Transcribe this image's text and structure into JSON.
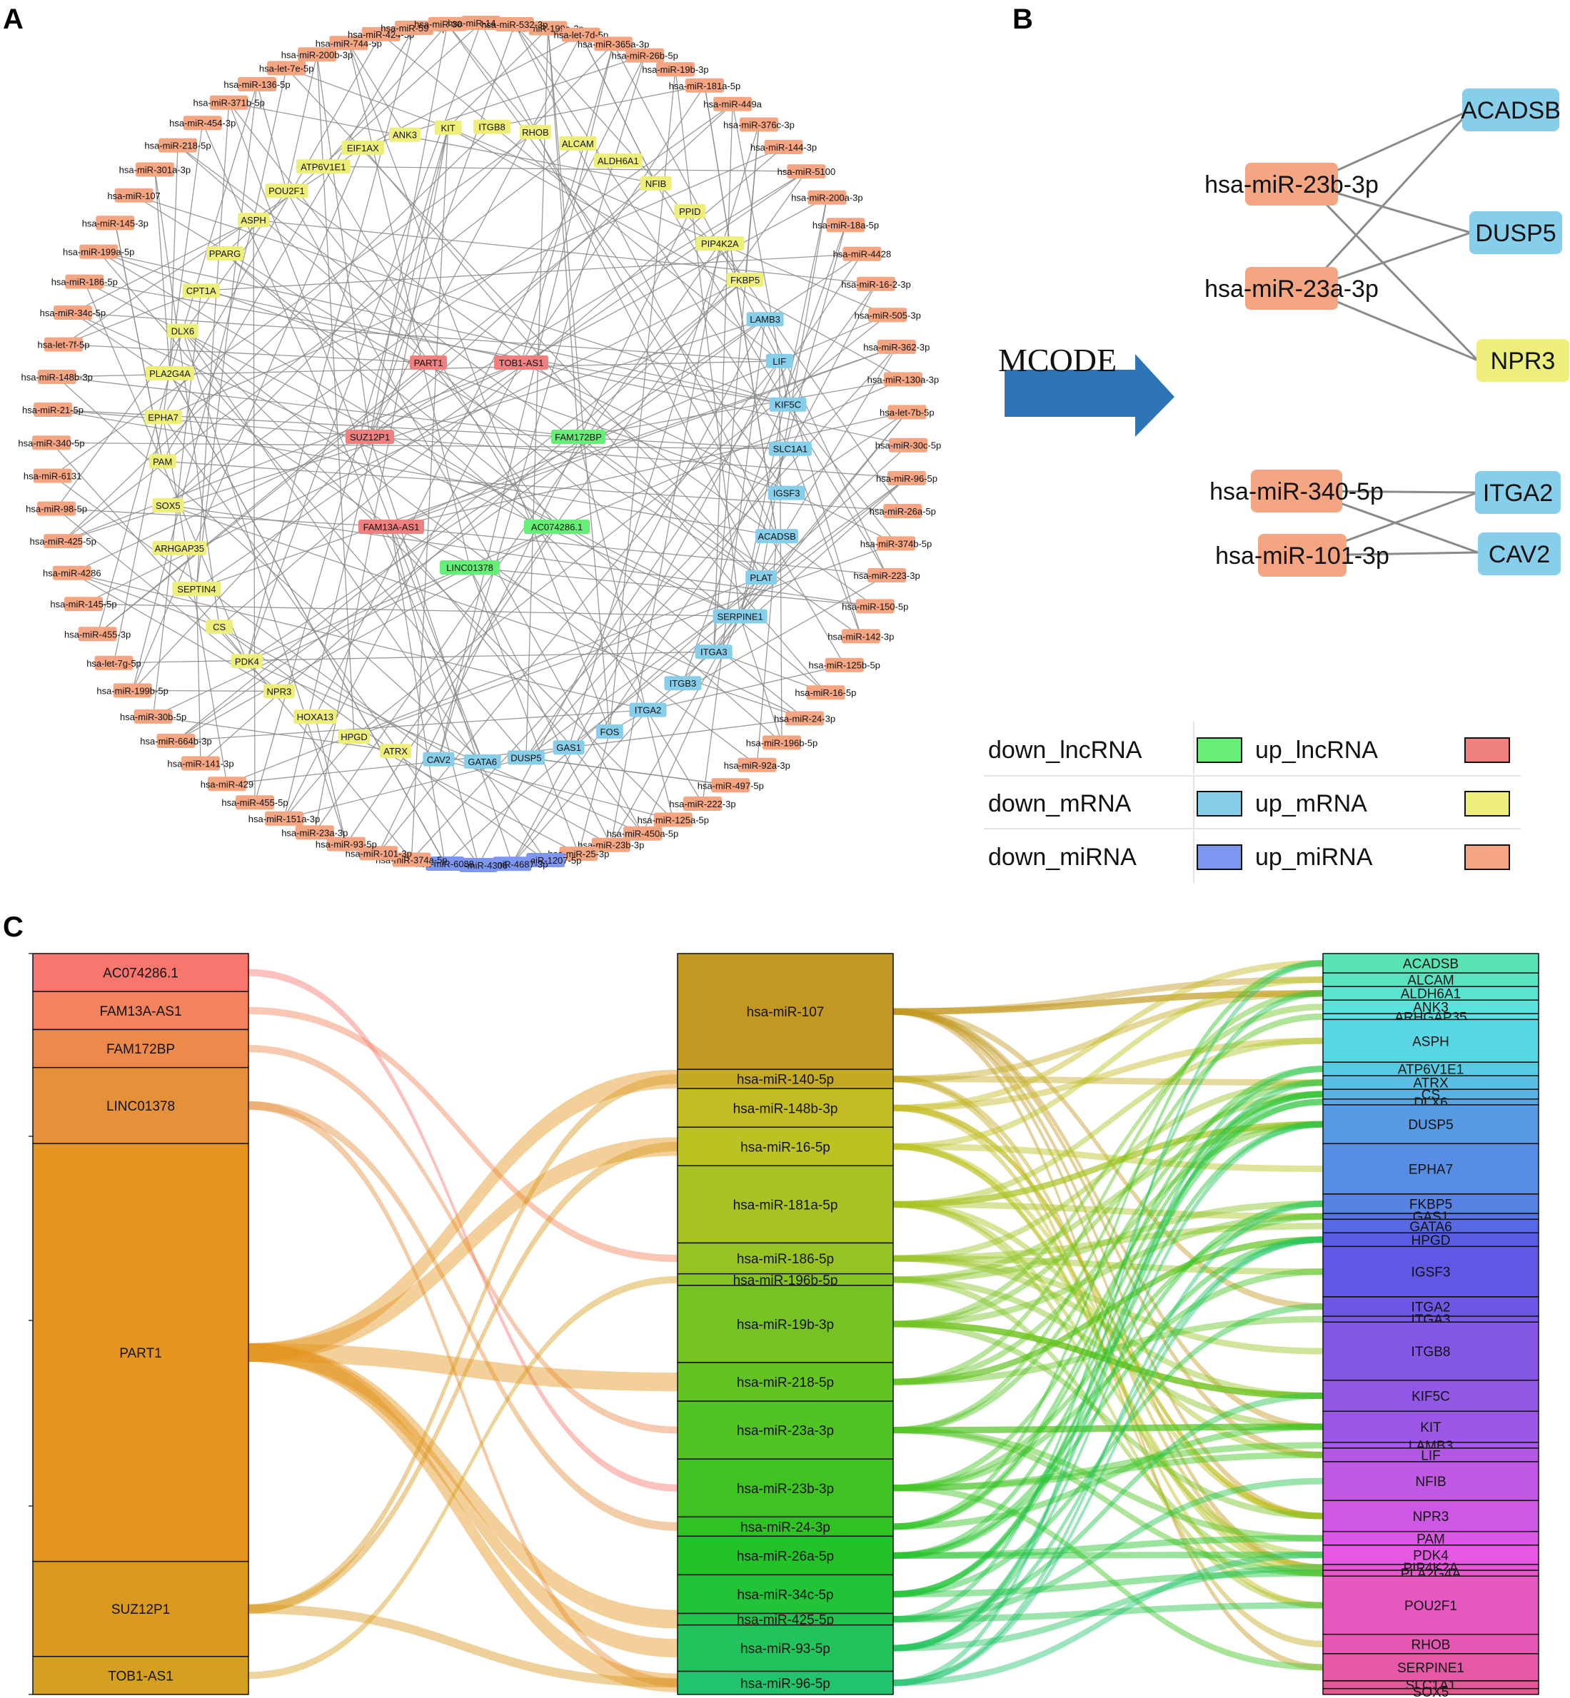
{
  "panels": {
    "a": "A",
    "b": "B",
    "c": "C"
  },
  "colors": {
    "down_lncRNA": "#66EE77",
    "up_lncRNA": "#F08080",
    "down_mRNA": "#87CEEB",
    "up_mRNA": "#EEEE7A",
    "down_miRNA": "#7F96F0",
    "up_miRNA": "#F4A582",
    "edge": "#8a8a8a"
  },
  "networkA": {
    "outer_ring": [
      "hsa-miR-199a-3p",
      "hsa-let-7d-5p",
      "hsa-miR-365a-3p",
      "hsa-miR-26b-5p",
      "hsa-miR-19b-3p",
      "hsa-miR-181a-5p",
      "hsa-miR-449a",
      "hsa-miR-376c-3p",
      "hsa-miR-144-3p",
      "hsa-miR-5100",
      "hsa-miR-200a-3p",
      "hsa-miR-18a-5p",
      "hsa-miR-4428",
      "hsa-miR-16-2-3p",
      "hsa-miR-505-3p",
      "hsa-miR-362-3p",
      "hsa-miR-130a-3p",
      "hsa-let-7b-5p",
      "hsa-miR-30c-5p",
      "hsa-miR-96-5p",
      "hsa-miR-26a-5p",
      "hsa-miR-374b-5p",
      "hsa-miR-223-3p",
      "hsa-miR-150-5p",
      "hsa-miR-142-3p",
      "hsa-miR-125b-5p",
      "hsa-miR-16-5p",
      "hsa-miR-24-3p",
      "hsa-miR-196b-5p",
      "hsa-miR-92a-3p",
      "hsa-miR-497-5p",
      "hsa-miR-222-3p",
      "hsa-miR-125a-5p",
      "hsa-miR-450a-5p",
      "hsa-miR-23b-3p",
      "hsa-miR-25-3p",
      "hsa-miR-1207-5p",
      "hsa-miR-4687-3p",
      "hsa-miR-4306",
      "hsa-miR-6088",
      "hsa-miR-374a-5p",
      "hsa-miR-101-3p",
      "hsa-miR-93-5p",
      "hsa-miR-23a-3p",
      "hsa-miR-151a-3p",
      "hsa-miR-455-5p",
      "hsa-miR-429",
      "hsa-miR-141-3p",
      "hsa-miR-664b-3p",
      "hsa-miR-30b-5p",
      "hsa-miR-199b-5p",
      "hsa-let-7g-5p",
      "hsa-miR-455-3p",
      "hsa-miR-145-5p",
      "hsa-miR-4286",
      "hsa-miR-425-5p",
      "hsa-miR-98-5p",
      "hsa-miR-6131",
      "hsa-miR-340-5p",
      "hsa-miR-21-5p",
      "hsa-miR-148b-3p",
      "hsa-let-7f-5p",
      "hsa-miR-34c-5p",
      "hsa-miR-186-5p",
      "hsa-miR-199a-5p",
      "hsa-miR-145-3p",
      "hsa-miR-107",
      "hsa-miR-301a-3p",
      "hsa-miR-218-5p",
      "hsa-miR-454-3p",
      "hsa-miR-371b-5p",
      "hsa-miR-136-5p",
      "hsa-let-7e-5p",
      "hsa-miR-200b-3p",
      "hsa-miR-744-5p",
      "hsa-miR-424-5p",
      "hsa-miR-590-5p",
      "hsa-miR-30e-5p",
      "hsa-miR-140-5p",
      "hsa-miR-532-3p"
    ],
    "down_mirna": [
      "hsa-miR-1207-5p",
      "hsa-miR-4687-3p",
      "hsa-miR-4306",
      "hsa-miR-6088"
    ],
    "inner_ring": [
      {
        "label": "ITGB8",
        "t": "up_mRNA"
      },
      {
        "label": "RHOB",
        "t": "up_mRNA"
      },
      {
        "label": "ALCAM",
        "t": "up_mRNA"
      },
      {
        "label": "ALDH6A1",
        "t": "up_mRNA"
      },
      {
        "label": "NFIB",
        "t": "up_mRNA"
      },
      {
        "label": "PPID",
        "t": "up_mRNA"
      },
      {
        "label": "PIP4K2A",
        "t": "up_mRNA"
      },
      {
        "label": "FKBP5",
        "t": "up_mRNA"
      },
      {
        "label": "LAMB3",
        "t": "down_mRNA"
      },
      {
        "label": "LIF",
        "t": "down_mRNA"
      },
      {
        "label": "KIF5C",
        "t": "down_mRNA"
      },
      {
        "label": "SLC1A1",
        "t": "down_mRNA"
      },
      {
        "label": "IGSF3",
        "t": "down_mRNA"
      },
      {
        "label": "ACADSB",
        "t": "down_mRNA"
      },
      {
        "label": "PLAT",
        "t": "down_mRNA"
      },
      {
        "label": "SERPINE1",
        "t": "down_mRNA"
      },
      {
        "label": "ITGA3",
        "t": "down_mRNA"
      },
      {
        "label": "ITGB3",
        "t": "down_mRNA"
      },
      {
        "label": "ITGA2",
        "t": "down_mRNA"
      },
      {
        "label": "FOS",
        "t": "down_mRNA"
      },
      {
        "label": "GAS1",
        "t": "down_mRNA"
      },
      {
        "label": "DUSP5",
        "t": "down_mRNA"
      },
      {
        "label": "GATA6",
        "t": "down_mRNA"
      },
      {
        "label": "CAV2",
        "t": "down_mRNA"
      },
      {
        "label": "ATRX",
        "t": "up_mRNA"
      },
      {
        "label": "HPGD",
        "t": "up_mRNA"
      },
      {
        "label": "HOXA13",
        "t": "up_mRNA"
      },
      {
        "label": "NPR3",
        "t": "up_mRNA"
      },
      {
        "label": "PDK4",
        "t": "up_mRNA"
      },
      {
        "label": "CS",
        "t": "up_mRNA"
      },
      {
        "label": "SEPTIN4",
        "t": "up_mRNA"
      },
      {
        "label": "ARHGAP35",
        "t": "up_mRNA"
      },
      {
        "label": "SOX5",
        "t": "up_mRNA"
      },
      {
        "label": "PAM",
        "t": "up_mRNA"
      },
      {
        "label": "EPHA7",
        "t": "up_mRNA"
      },
      {
        "label": "PLA2G4A",
        "t": "up_mRNA"
      },
      {
        "label": "DLX6",
        "t": "up_mRNA"
      },
      {
        "label": "CPT1A",
        "t": "up_mRNA"
      },
      {
        "label": "PPARG",
        "t": "up_mRNA"
      },
      {
        "label": "ASPH",
        "t": "up_mRNA"
      },
      {
        "label": "POU2F1",
        "t": "up_mRNA"
      },
      {
        "label": "ATP6V1E1",
        "t": "up_mRNA"
      },
      {
        "label": "EIF1AX",
        "t": "up_mRNA"
      },
      {
        "label": "ANK3",
        "t": "up_mRNA"
      },
      {
        "label": "KIT",
        "t": "up_mRNA"
      }
    ],
    "center": [
      {
        "label": "PART1",
        "t": "up_lncRNA"
      },
      {
        "label": "TOB1-AS1",
        "t": "up_lncRNA"
      },
      {
        "label": "SUZ12P1",
        "t": "up_lncRNA"
      },
      {
        "label": "FAM172BP",
        "t": "down_lncRNA"
      },
      {
        "label": "FAM13A-AS1",
        "t": "up_lncRNA"
      },
      {
        "label": "AC074286.1",
        "t": "down_lncRNA"
      },
      {
        "label": "LINC01378",
        "t": "down_lncRNA"
      }
    ]
  },
  "networkB": {
    "arrow_label": "MCODE",
    "cluster1": {
      "mirnas": [
        "hsa-miR-23b-3p",
        "hsa-miR-23a-3p"
      ],
      "genes": [
        {
          "label": "ACADSB",
          "t": "down_mRNA"
        },
        {
          "label": "DUSP5",
          "t": "down_mRNA"
        },
        {
          "label": "NPR3",
          "t": "up_mRNA"
        }
      ]
    },
    "cluster2": {
      "mirnas": [
        "hsa-miR-340-5p",
        "hsa-miR-101-3p"
      ],
      "genes": [
        {
          "label": "ITGA2",
          "t": "down_mRNA"
        },
        {
          "label": "CAV2",
          "t": "down_mRNA"
        }
      ]
    }
  },
  "legend": [
    {
      "label": "down_lncRNA",
      "key": "down_lncRNA"
    },
    {
      "label": "up_lncRNA",
      "key": "up_lncRNA"
    },
    {
      "label": "down_mRNA",
      "key": "down_mRNA"
    },
    {
      "label": "up_mRNA",
      "key": "up_mRNA"
    },
    {
      "label": "down_miRNA",
      "key": "down_miRNA"
    },
    {
      "label": "up_miRNA",
      "key": "up_miRNA"
    }
  ],
  "sankey": {
    "lnc": [
      {
        "label": "AC074286.1",
        "w": 1
      },
      {
        "label": "FAM13A-AS1",
        "w": 1
      },
      {
        "label": "FAM172BP",
        "w": 1
      },
      {
        "label": "LINC01378",
        "w": 2
      },
      {
        "label": "PART1",
        "w": 11
      },
      {
        "label": "SUZ12P1",
        "w": 2.5
      },
      {
        "label": "TOB1-AS1",
        "w": 1
      }
    ],
    "mirna": [
      {
        "label": "hsa-miR-107",
        "w": 3
      },
      {
        "label": "hsa-miR-140-5p",
        "w": 0.5
      },
      {
        "label": "hsa-miR-148b-3p",
        "w": 1
      },
      {
        "label": "hsa-miR-16-5p",
        "w": 1
      },
      {
        "label": "hsa-miR-181a-5p",
        "w": 2
      },
      {
        "label": "hsa-miR-186-5p",
        "w": 0.8
      },
      {
        "label": "hsa-miR-196b-5p",
        "w": 0.3
      },
      {
        "label": "hsa-miR-19b-3p",
        "w": 2
      },
      {
        "label": "hsa-miR-218-5p",
        "w": 1
      },
      {
        "label": "hsa-miR-23a-3p",
        "w": 1.5
      },
      {
        "label": "hsa-miR-23b-3p",
        "w": 1.5
      },
      {
        "label": "hsa-miR-24-3p",
        "w": 0.5
      },
      {
        "label": "hsa-miR-26a-5p",
        "w": 1
      },
      {
        "label": "hsa-miR-34c-5p",
        "w": 1
      },
      {
        "label": "hsa-miR-425-5p",
        "w": 0.3
      },
      {
        "label": "hsa-miR-93-5p",
        "w": 1.2
      },
      {
        "label": "hsa-miR-96-5p",
        "w": 0.6
      }
    ],
    "genes": [
      {
        "label": "ACADSB",
        "w": 1
      },
      {
        "label": "ALCAM",
        "w": 0.7
      },
      {
        "label": "ALDH6A1",
        "w": 0.7
      },
      {
        "label": "ANK3",
        "w": 0.7
      },
      {
        "label": "ARHGAP35",
        "w": 0.3
      },
      {
        "label": "ASPH",
        "w": 2.2
      },
      {
        "label": "ATP6V1E1",
        "w": 0.7
      },
      {
        "label": "ATRX",
        "w": 0.7
      },
      {
        "label": "CS",
        "w": 0.5
      },
      {
        "label": "DLX6",
        "w": 0.3
      },
      {
        "label": "DUSP5",
        "w": 2
      },
      {
        "label": "EPHA7",
        "w": 2.6
      },
      {
        "label": "FKBP5",
        "w": 1
      },
      {
        "label": "GAS1",
        "w": 0.3
      },
      {
        "label": "GATA6",
        "w": 0.7
      },
      {
        "label": "HPGD",
        "w": 0.7
      },
      {
        "label": "IGSF3",
        "w": 2.6
      },
      {
        "label": "ITGA2",
        "w": 1
      },
      {
        "label": "ITGA3",
        "w": 0.3
      },
      {
        "label": "ITGB8",
        "w": 3
      },
      {
        "label": "KIF5C",
        "w": 1.6
      },
      {
        "label": "KIT",
        "w": 1.6
      },
      {
        "label": "LAMB3",
        "w": 0.3
      },
      {
        "label": "LIF",
        "w": 0.7
      },
      {
        "label": "NFIB",
        "w": 2
      },
      {
        "label": "NPR3",
        "w": 1.6
      },
      {
        "label": "PAM",
        "w": 0.7
      },
      {
        "label": "PDK4",
        "w": 1
      },
      {
        "label": "PIP4K2A",
        "w": 0.3
      },
      {
        "label": "PLA2G4A",
        "w": 0.3
      },
      {
        "label": "POU2F1",
        "w": 3
      },
      {
        "label": "RHOB",
        "w": 1
      },
      {
        "label": "SERPINE1",
        "w": 1.4
      },
      {
        "label": "SLC1A1",
        "w": 0.4
      },
      {
        "label": "SOX5",
        "w": 0.3
      }
    ]
  }
}
